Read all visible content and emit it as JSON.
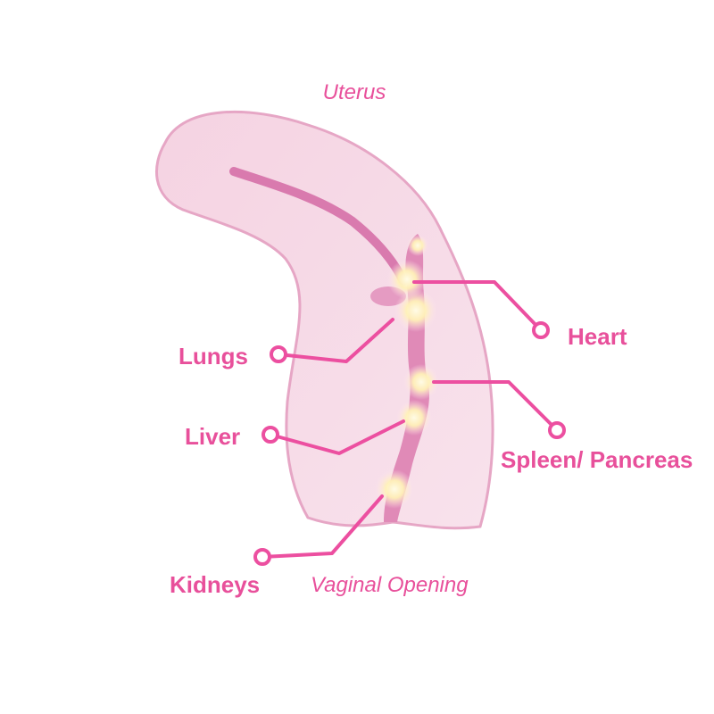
{
  "title": "Uterus",
  "bottom_label": "Vaginal Opening",
  "labels": {
    "heart": "Heart",
    "lungs": "Lungs",
    "spleen": "Spleen/ Pancreas",
    "liver": "Liver",
    "kidneys": "Kidneys"
  },
  "colors": {
    "label": "#e8509b",
    "leader": "#ec4fa0",
    "uterus_fill": "#f7dbe7",
    "uterus_outline": "#e6a6c5",
    "canal": "#d97aae",
    "glow": "#fff6c8"
  }
}
